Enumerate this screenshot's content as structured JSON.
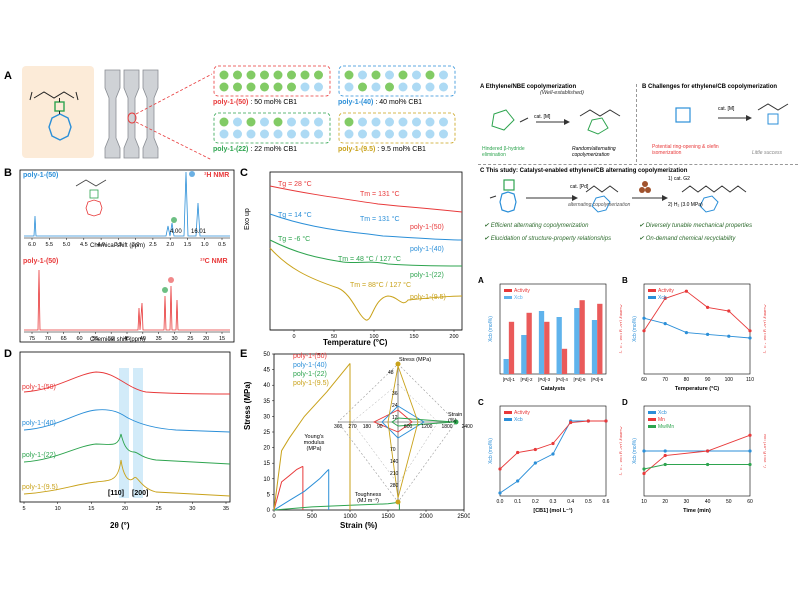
{
  "panelA": {
    "label": "A",
    "samples": [
      {
        "name": "poly-1-(50)",
        "desc": ": 50 mol% CB1",
        "color": "#e8393a"
      },
      {
        "name": "poly-1-(40)",
        "desc": ": 40 mol% CB1",
        "color": "#2b8fd8"
      },
      {
        "name": "poly-1-(22)",
        "desc": ": 22 mol% CB1",
        "color": "#2ea44f"
      },
      {
        "name": "poly-1-(9.5)",
        "desc": ": 9.5 mol% CB1",
        "color": "#c9a21a"
      }
    ]
  },
  "panelB": {
    "label": "B",
    "h_title": "poly-1-(50)",
    "h_nmr": "¹H NMR",
    "c_title": "poly-1-(50)",
    "c_nmr": "¹³C NMR",
    "peaks": [
      "4.00",
      "16.01"
    ],
    "xlabel": "Chemical shift (ppm)",
    "h_ticks": [
      "6.0",
      "5.5",
      "5.0",
      "4.5",
      "4.0",
      "3.5",
      "3.0",
      "2.5",
      "2.0",
      "1.5",
      "1.0",
      "0.5"
    ],
    "c_ticks": [
      "75",
      "70",
      "65",
      "60",
      "55",
      "50",
      "45",
      "40",
      "35",
      "30",
      "25",
      "20",
      "15"
    ]
  },
  "panelC": {
    "label": "C",
    "ylabel": "Exo up",
    "xlabel": "Temperature (°C)",
    "curves": [
      {
        "name": "poly-1-(50)",
        "tg": "Tg = 28 °C",
        "tm": "Tm = 131 °C",
        "color": "#e8393a"
      },
      {
        "name": "poly-1-(40)",
        "tg": "Tg = 14 °C",
        "tm": "Tm = 131 °C",
        "color": "#2b8fd8"
      },
      {
        "name": "poly-1-(22)",
        "tg": "Tg = -6 °C",
        "tm": "Tm = 48 °C / 127 °C",
        "color": "#2ea44f"
      },
      {
        "name": "poly-1-(9.5)",
        "tg": "",
        "tm": "Tm = 88°C / 127 °C",
        "color": "#c9a21a"
      }
    ],
    "xticks": [
      "0",
      "50",
      "100",
      "150",
      "200"
    ]
  },
  "panelD": {
    "label": "D",
    "xlabel": "2θ (°)",
    "curves": [
      "poly-1-(50)",
      "poly-1-(40)",
      "poly-1-(22)",
      "poly-1-(9.5)"
    ],
    "peaks": [
      "[110]",
      "[200]"
    ],
    "xticks": [
      "5",
      "10",
      "15",
      "20",
      "25",
      "30",
      "35"
    ]
  },
  "panelE": {
    "label": "E",
    "ylabel": "Stress (MPa)",
    "xlabel": "Strain (%)",
    "legend": [
      "poly-1-(50)",
      "poly-1-(40)",
      "poly-1-(22)",
      "poly-1-(9.5)"
    ],
    "xticks": [
      "0",
      "500",
      "1000",
      "1500",
      "2000",
      "2500"
    ],
    "yticks": [
      "0",
      "5",
      "10",
      "15",
      "20",
      "25",
      "30",
      "35",
      "40",
      "45",
      "50"
    ],
    "radar": {
      "stress": "Stress (MPa)",
      "strain": "Strain (%)",
      "modulus": "Young's modulus (MPa)",
      "toughness": "Toughness (MJ m⁻³)",
      "stress_ticks": [
        "48",
        "36",
        "24",
        "12"
      ],
      "strain_ticks": [
        "600",
        "1200",
        "1800",
        "2400"
      ],
      "mod_ticks": [
        "90",
        "180",
        "270",
        "360"
      ],
      "tough_ticks": [
        "70",
        "140",
        "210",
        "280"
      ]
    }
  },
  "right": {
    "boxA": {
      "title": "A  Ethylene/NBE copolymerization",
      "sub": "(Well-established)",
      "arrow": "cat. [M]",
      "p1": "Hindered β-hydride elimination",
      "p2": "Random/alternating copolymerization"
    },
    "boxB": {
      "title": "B  Challenges for ethylene/CB copolymerization",
      "arrow": "cat. [M]",
      "p1": "Potential ring-opening & olefin isomerization",
      "p2": "Little success"
    },
    "boxC": {
      "title": "C  This study: Catalyst-enabled ethylene/CB alternating copolymerization",
      "arrow": "cat. [Pd]",
      "sub": "alternating copolymerization",
      "step1": "1) cat. G2",
      "step2": "2) H₂ (3.0 MPa)",
      "bullets": [
        "Efficient alternating copolymerization",
        "Diversely tunable mechanical properties",
        "Elucidation of structure-property relationships",
        "On-demand chemical recyclability"
      ]
    }
  },
  "chartA": {
    "label": "A",
    "legend": [
      "Activity",
      "Xcb"
    ],
    "categories": [
      "[Pd]-1",
      "[Pd]-2",
      "[Pd]-3",
      "[Pd]-4",
      "[Pd]-5",
      "[Pd]-6"
    ],
    "xlabel": "Catalysts",
    "ylabel_left": "Xcb (mol%)",
    "ylabel_right": "Activity (10⁷ g mol⁻¹ h⁻¹)"
  },
  "chartB": {
    "label": "B",
    "legend": [
      "Activity",
      "Xcb"
    ],
    "xticks": [
      "60",
      "70",
      "80",
      "90",
      "100",
      "110"
    ],
    "xlabel": "Temperature (°C)",
    "ylabel_left": "Xcb (mol%)",
    "ylabel_right": "Activity (10⁷ g mol⁻¹ h⁻¹)"
  },
  "chartC": {
    "label": "C",
    "legend": [
      "Activity",
      "Xcb"
    ],
    "xticks": [
      "0.0",
      "0.1",
      "0.2",
      "0.3",
      "0.4",
      "0.5",
      "0.6"
    ],
    "xlabel": "[CB1] (mol L⁻¹)",
    "ylabel_left": "Xcb (mol%)",
    "ylabel_right": "Activity (10⁷ g mol⁻¹ h⁻¹)"
  },
  "chartD": {
    "label": "D",
    "legend": [
      "Xcb",
      "Mn",
      "Mw/Mn"
    ],
    "xticks": [
      "10",
      "20",
      "30",
      "40",
      "50",
      "60"
    ],
    "xlabel": "Time (min)",
    "ylabel_left": "Xcb (mol%)",
    "ylabel_right": "Mn (10⁴ g mol⁻¹)"
  },
  "chart_data": [
    {
      "type": "line",
      "title": "",
      "xlabel": "Temperature (°C)",
      "ylabel": "Exo up",
      "xlim": [
        -30,
        210
      ],
      "series": [
        {
          "name": "poly-1-(50)"
        },
        {
          "name": "poly-1-(40)"
        },
        {
          "name": "poly-1-(22)"
        },
        {
          "name": "poly-1-(9.5)"
        }
      ]
    },
    {
      "type": "line",
      "title": "",
      "xlabel": "2θ (°)",
      "xlim": [
        5,
        35
      ],
      "series": [
        {
          "name": "poly-1-(50)"
        },
        {
          "name": "poly-1-(40)"
        },
        {
          "name": "poly-1-(22)"
        },
        {
          "name": "poly-1-(9.5)"
        }
      ]
    },
    {
      "type": "line",
      "title": "",
      "xlabel": "Strain (%)",
      "ylabel": "Stress (MPa)",
      "xlim": [
        0,
        2500
      ],
      "ylim": [
        0,
        50
      ],
      "series": [
        {
          "name": "poly-1-(50)",
          "x": [
            0,
            100,
            200,
            300,
            380
          ],
          "y": [
            0,
            9,
            11,
            13,
            14
          ]
        },
        {
          "name": "poly-1-(40)",
          "x": [
            0,
            200,
            400,
            600,
            720
          ],
          "y": [
            0,
            3,
            6,
            10,
            13
          ]
        },
        {
          "name": "poly-1-(22)",
          "x": [
            0,
            500,
            1000,
            1500,
            1650
          ],
          "y": [
            0,
            1,
            1.5,
            2,
            2.5
          ]
        },
        {
          "name": "poly-1-(9.5)",
          "x": [
            0,
            100,
            200,
            400,
            700,
            1000
          ],
          "y": [
            0,
            19,
            23,
            30,
            38,
            47
          ]
        }
      ]
    },
    {
      "type": "bar",
      "title": "",
      "xlabel": "Catalysts",
      "categories": [
        "[Pd]-1",
        "[Pd]-2",
        "[Pd]-3",
        "[Pd]-4",
        "[Pd]-5",
        "[Pd]-6"
      ],
      "series": [
        {
          "name": "Activity",
          "values": [
            2.9,
            3.4,
            2.9,
            1.4,
            4.1,
            3.9
          ]
        },
        {
          "name": "Xcb",
          "values": [
            5,
            13,
            21,
            19,
            22,
            18
          ]
        }
      ]
    },
    {
      "type": "line",
      "title": "",
      "xlabel": "Temperature (°C)",
      "x": [
        60,
        70,
        80,
        90,
        100,
        110
      ],
      "series": [
        {
          "name": "Activity",
          "values": [
            2.4,
            4.2,
            4.6,
            3.7,
            3.5,
            2.4
          ]
        },
        {
          "name": "Xcb",
          "values": [
            31,
            28,
            23,
            22,
            21,
            20
          ]
        }
      ]
    },
    {
      "type": "line",
      "title": "",
      "xlabel": "[CB1] (mol L⁻¹)",
      "x": [
        0.0,
        0.1,
        0.2,
        0.3,
        0.4,
        0.5,
        0.6
      ],
      "series": [
        {
          "name": "Activity",
          "values": [
            1.8,
            2.9,
            3.1,
            3.5,
            4.9,
            5.0,
            5.0
          ]
        },
        {
          "name": "Xcb",
          "values": [
            2,
            10,
            22,
            28,
            50,
            50,
            50
          ]
        }
      ]
    },
    {
      "type": "line",
      "title": "",
      "xlabel": "Time (min)",
      "x": [
        10,
        20,
        40,
        60
      ],
      "series": [
        {
          "name": "Xcb",
          "values": [
            50,
            50,
            50,
            50
          ]
        },
        {
          "name": "Mn",
          "values": [
            10,
            18,
            20,
            27
          ]
        },
        {
          "name": "Mw/Mn",
          "values": [
            1.2,
            1.4,
            1.4,
            1.4
          ]
        }
      ]
    }
  ]
}
